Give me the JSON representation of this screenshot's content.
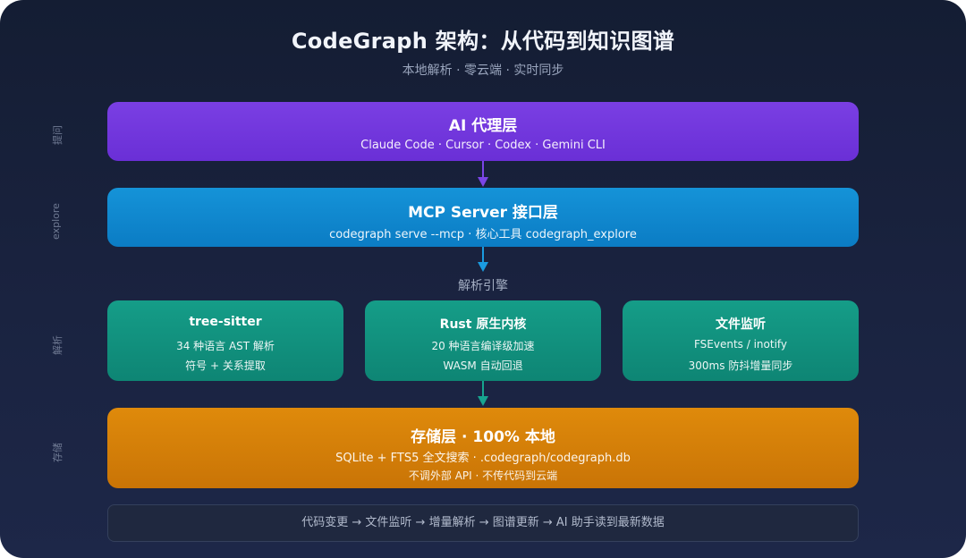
{
  "title": "CodeGraph 架构：从代码到知识图谱",
  "subtitle": "本地解析 · 零云端 · 实时同步",
  "side_labels": {
    "ask": "提问",
    "explore": "explore",
    "parse": "解析",
    "store": "存储"
  },
  "ai_layer": {
    "title": "AI 代理层",
    "subtitle": "Claude Code · Cursor · Codex · Gemini CLI",
    "color": "#7a3fe3"
  },
  "mcp_layer": {
    "title": "MCP Server 接口层",
    "subtitle": "codegraph serve --mcp · 核心工具 codegraph_explore",
    "color": "#1593d8"
  },
  "engine": {
    "label": "解析引擎",
    "color": "#159d88",
    "cards": [
      {
        "title": "tree-sitter",
        "line1": "34 种语言 AST 解析",
        "line2": "符号 + 关系提取"
      },
      {
        "title": "Rust 原生内核",
        "line1": "20 种语言编译级加速",
        "line2": "WASM 自动回退"
      },
      {
        "title": "文件监听",
        "line1": "FSEvents / inotify",
        "line2": "300ms 防抖增量同步"
      }
    ]
  },
  "storage_layer": {
    "title": "存储层 · 100% 本地",
    "subtitle": "SQLite + FTS5 全文搜索 · .codegraph/codegraph.db",
    "note": "不调外部 API · 不传代码到云端",
    "color": "#df8a0b"
  },
  "flow": "代码变更 → 文件监听 → 增量解析 → 图谱更新 → AI 助手读到最新数据",
  "arrow_colors": {
    "ai_to_mcp": "#7b45e6",
    "mcp_to_engine": "#1a9be0",
    "engine_to_store": "#17a58f"
  }
}
